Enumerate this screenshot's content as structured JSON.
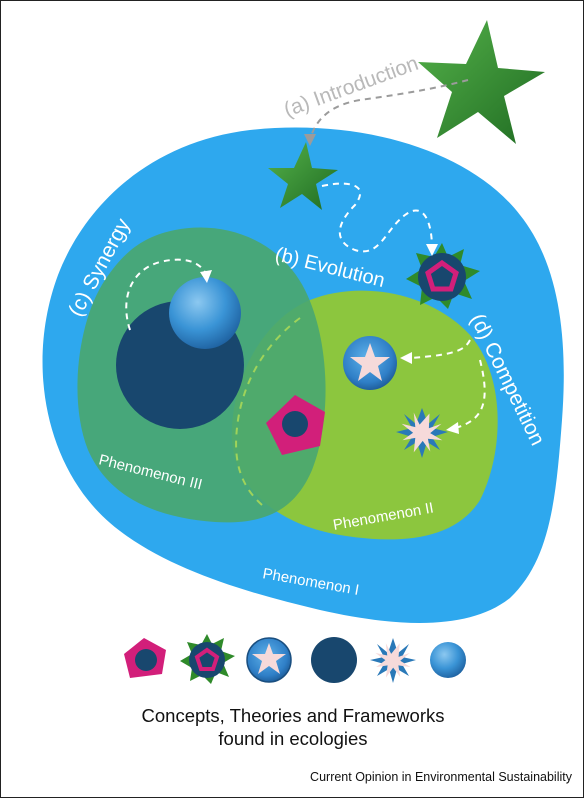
{
  "labels": {
    "introduction": "(a) Introduction",
    "evolution": "(b) Evolution",
    "synergy": "(c) Synergy",
    "competition": "(d) Competition",
    "phenomenon_1": "Phenomenon I",
    "phenomenon_2": "Phenomenon II",
    "phenomenon_3": "Phenomenon III"
  },
  "caption_line1": "Concepts, Theories and Frameworks",
  "caption_line2": "found in ecologies",
  "source": "Current Opinion in Environmental Sustainability",
  "colors": {
    "phenomenon_1": "#2ea8ee",
    "phenomenon_2": "#8cc63e",
    "phenomenon_3": "#4aa770",
    "magenta": "#d21f7a",
    "navy": "#18476e",
    "green_star": "#2f8a2a",
    "pale_pink": "#f6dada",
    "light_blue": "#3a94d6"
  },
  "legend_icons": [
    "pentagon-icon",
    "spiky-pentagon-icon",
    "star-circle-icon",
    "navy-circle-icon",
    "eight-point-star-icon",
    "blue-circle-icon"
  ]
}
